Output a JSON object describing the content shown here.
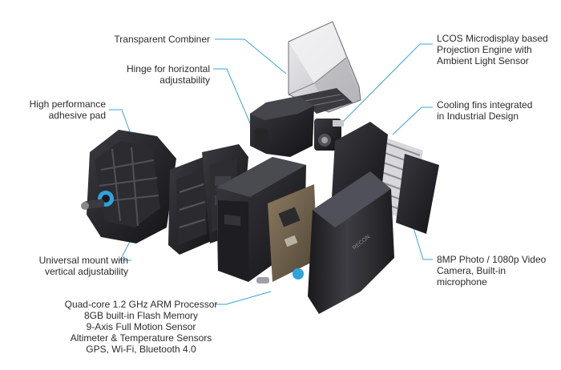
{
  "callouts": {
    "combiner": {
      "lines": [
        "Transparent Combiner"
      ]
    },
    "hinge": {
      "lines": [
        "Hinge for horizontal",
        "adjustability"
      ]
    },
    "adhesive": {
      "lines": [
        "High performance",
        "adhesive pad"
      ]
    },
    "mount": {
      "lines": [
        "Universal mount with",
        "vertical adjustability"
      ]
    },
    "processor": {
      "lines": [
        "Quad-core 1.2 GHz ARM Processor",
        "8GB built-in Flash Memory",
        "9-Axis Full Motion Sensor",
        "Altimeter & Temperature Sensors",
        "GPS, Wi-Fi, Bluetooth 4.0"
      ]
    },
    "lcos": {
      "lines": [
        "LCOS Microdisplay based",
        "Projection Engine with",
        "Ambient Light Sensor"
      ]
    },
    "cooling": {
      "lines": [
        "Cooling fins integrated",
        "in Industrial Design"
      ]
    },
    "camera": {
      "lines": [
        "8MP Photo / 1080p Video",
        "Camera, Built-in",
        "microphone"
      ]
    }
  },
  "front_cover_logo": "RECON",
  "colors": {
    "leader": "#3ba3d9",
    "accent": "#2fa3de",
    "body": "#1e1e22",
    "text": "#2b2b2b"
  }
}
